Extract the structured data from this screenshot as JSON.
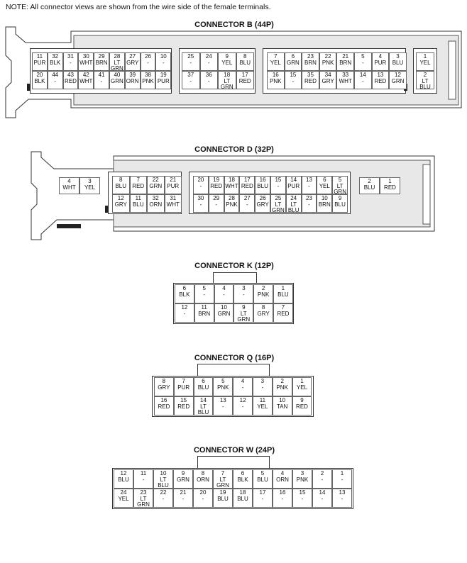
{
  "note": "NOTE: All connector views are shown from the wire side of the female terminals.",
  "connectors": {
    "b": {
      "title": "CONNECTOR B (44P)",
      "g1": [
        [
          {
            "n": "11",
            "c": "PUR"
          },
          {
            "n": "32",
            "c": "BLK"
          },
          {
            "n": "31",
            "c": "-"
          },
          {
            "n": "30",
            "c": "WHT"
          },
          {
            "n": "29",
            "c": "BRN"
          },
          {
            "n": "28",
            "c": "LT GRN"
          },
          {
            "n": "27",
            "c": "GRY"
          },
          {
            "n": "26",
            "c": "-"
          },
          {
            "n": "10",
            "c": "-"
          }
        ],
        [
          {
            "n": "20",
            "c": "BLK"
          },
          {
            "n": "44",
            "c": "-"
          },
          {
            "n": "43",
            "c": "RED"
          },
          {
            "n": "42",
            "c": "WHT"
          },
          {
            "n": "41",
            "c": "-"
          },
          {
            "n": "40",
            "c": "GRN"
          },
          {
            "n": "39",
            "c": "ORN"
          },
          {
            "n": "38",
            "c": "PNK"
          },
          {
            "n": "19",
            "c": "PUR"
          }
        ]
      ],
      "g2": [
        [
          {
            "n": "25",
            "c": "-"
          },
          {
            "n": "24",
            "c": "-"
          },
          {
            "n": "9",
            "c": "YEL"
          },
          {
            "n": "8",
            "c": "BLU"
          }
        ],
        [
          {
            "n": "37",
            "c": "-"
          },
          {
            "n": "36",
            "c": "-"
          },
          {
            "n": "18",
            "c": "LT GRN"
          },
          {
            "n": "17",
            "c": "RED"
          }
        ]
      ],
      "g3": [
        [
          {
            "n": "7",
            "c": "YEL"
          },
          {
            "n": "6",
            "c": "GRN"
          },
          {
            "n": "23",
            "c": "BRN"
          },
          {
            "n": "22",
            "c": "PNK"
          },
          {
            "n": "21",
            "c": "BRN"
          },
          {
            "n": "5",
            "c": "-"
          },
          {
            "n": "4",
            "c": "PUR"
          },
          {
            "n": "3",
            "c": "BLU"
          }
        ],
        [
          {
            "n": "16",
            "c": "PNK"
          },
          {
            "n": "15",
            "c": "-"
          },
          {
            "n": "35",
            "c": "RED"
          },
          {
            "n": "34",
            "c": "GRY"
          },
          {
            "n": "33",
            "c": "WHT"
          },
          {
            "n": "14",
            "c": "-"
          },
          {
            "n": "13",
            "c": "RED"
          },
          {
            "n": "12",
            "c": "GRN"
          }
        ]
      ],
      "g4": [
        {
          "n": "1",
          "c": "YEL"
        },
        {
          "n": "2",
          "c": "LT BLU"
        }
      ]
    },
    "d": {
      "title": "CONNECTOR D (32P)",
      "g0": [
        {
          "n": "4",
          "c": "WHT"
        },
        {
          "n": "3",
          "c": "YEL"
        }
      ],
      "g1": [
        [
          {
            "n": "8",
            "c": "BLU"
          },
          {
            "n": "7",
            "c": "RED"
          },
          {
            "n": "22",
            "c": "GRN"
          },
          {
            "n": "21",
            "c": "PUR"
          }
        ],
        [
          {
            "n": "12",
            "c": "GRY"
          },
          {
            "n": "11",
            "c": "BLU"
          },
          {
            "n": "32",
            "c": "ORN"
          },
          {
            "n": "31",
            "c": "WHT"
          }
        ]
      ],
      "g2": [
        [
          {
            "n": "20",
            "c": "-"
          },
          {
            "n": "19",
            "c": "RED"
          },
          {
            "n": "18",
            "c": "WHT"
          },
          {
            "n": "17",
            "c": "RED"
          },
          {
            "n": "16",
            "c": "BLU"
          },
          {
            "n": "15",
            "c": "-"
          },
          {
            "n": "14",
            "c": "PUR"
          },
          {
            "n": "13",
            "c": "-"
          },
          {
            "n": "6",
            "c": "YEL"
          },
          {
            "n": "5",
            "c": "LT GRN"
          }
        ],
        [
          {
            "n": "30",
            "c": "-"
          },
          {
            "n": "29",
            "c": "-"
          },
          {
            "n": "28",
            "c": "PNK"
          },
          {
            "n": "27",
            "c": "-"
          },
          {
            "n": "26",
            "c": "GRY"
          },
          {
            "n": "25",
            "c": "LT GRN"
          },
          {
            "n": "24",
            "c": "LT BLU"
          },
          {
            "n": "23",
            "c": "-"
          },
          {
            "n": "10",
            "c": "BRN"
          },
          {
            "n": "9",
            "c": "BLU"
          }
        ]
      ],
      "g3": [
        {
          "n": "2",
          "c": "BLU"
        },
        {
          "n": "1",
          "c": "RED"
        }
      ]
    },
    "k": {
      "title": "CONNECTOR K (12P)",
      "rows": [
        [
          {
            "n": "6",
            "c": "BLK"
          },
          {
            "n": "5",
            "c": "-"
          },
          {
            "n": "4",
            "c": "-"
          },
          {
            "n": "3",
            "c": "-"
          },
          {
            "n": "2",
            "c": "PNK"
          },
          {
            "n": "1",
            "c": "BLU"
          }
        ],
        [
          {
            "n": "12",
            "c": "-"
          },
          {
            "n": "11",
            "c": "BRN"
          },
          {
            "n": "10",
            "c": "GRN"
          },
          {
            "n": "9",
            "c": "LT GRN"
          },
          {
            "n": "8",
            "c": "GRY"
          },
          {
            "n": "7",
            "c": "RED"
          }
        ]
      ]
    },
    "q": {
      "title": "CONNECTOR Q (16P)",
      "rows": [
        [
          {
            "n": "8",
            "c": "GRY"
          },
          {
            "n": "7",
            "c": "PUR"
          },
          {
            "n": "6",
            "c": "BLU"
          },
          {
            "n": "5",
            "c": "PNK"
          },
          {
            "n": "4",
            "c": "-"
          },
          {
            "n": "3",
            "c": "-"
          },
          {
            "n": "2",
            "c": "PNK"
          },
          {
            "n": "1",
            "c": "YEL"
          }
        ],
        [
          {
            "n": "16",
            "c": "RED"
          },
          {
            "n": "15",
            "c": "RED"
          },
          {
            "n": "14",
            "c": "LT BLU"
          },
          {
            "n": "13",
            "c": "-"
          },
          {
            "n": "12",
            "c": "-"
          },
          {
            "n": "11",
            "c": "YEL"
          },
          {
            "n": "10",
            "c": "TAN"
          },
          {
            "n": "9",
            "c": "RED"
          }
        ]
      ]
    },
    "w": {
      "title": "CONNECTOR W (24P)",
      "rows": [
        [
          {
            "n": "12",
            "c": "BLU"
          },
          {
            "n": "11",
            "c": "-"
          },
          {
            "n": "10",
            "c": "LT BLU"
          },
          {
            "n": "9",
            "c": "GRN"
          },
          {
            "n": "8",
            "c": "ORN"
          },
          {
            "n": "7",
            "c": "LT GRN"
          },
          {
            "n": "6",
            "c": "BLK"
          },
          {
            "n": "5",
            "c": "BLU"
          },
          {
            "n": "4",
            "c": "ORN"
          },
          {
            "n": "3",
            "c": "PNK"
          },
          {
            "n": "2",
            "c": "-"
          },
          {
            "n": "1",
            "c": "-"
          }
        ],
        [
          {
            "n": "24",
            "c": "YEL"
          },
          {
            "n": "23",
            "c": "LT GRN"
          },
          {
            "n": "22",
            "c": "-"
          },
          {
            "n": "21",
            "c": "-"
          },
          {
            "n": "20",
            "c": "-"
          },
          {
            "n": "19",
            "c": "BLU"
          },
          {
            "n": "18",
            "c": "BLU"
          },
          {
            "n": "17",
            "c": "-"
          },
          {
            "n": "16",
            "c": "-"
          },
          {
            "n": "15",
            "c": "-"
          },
          {
            "n": "14",
            "c": "-"
          },
          {
            "n": "13",
            "c": "-"
          }
        ]
      ]
    }
  }
}
